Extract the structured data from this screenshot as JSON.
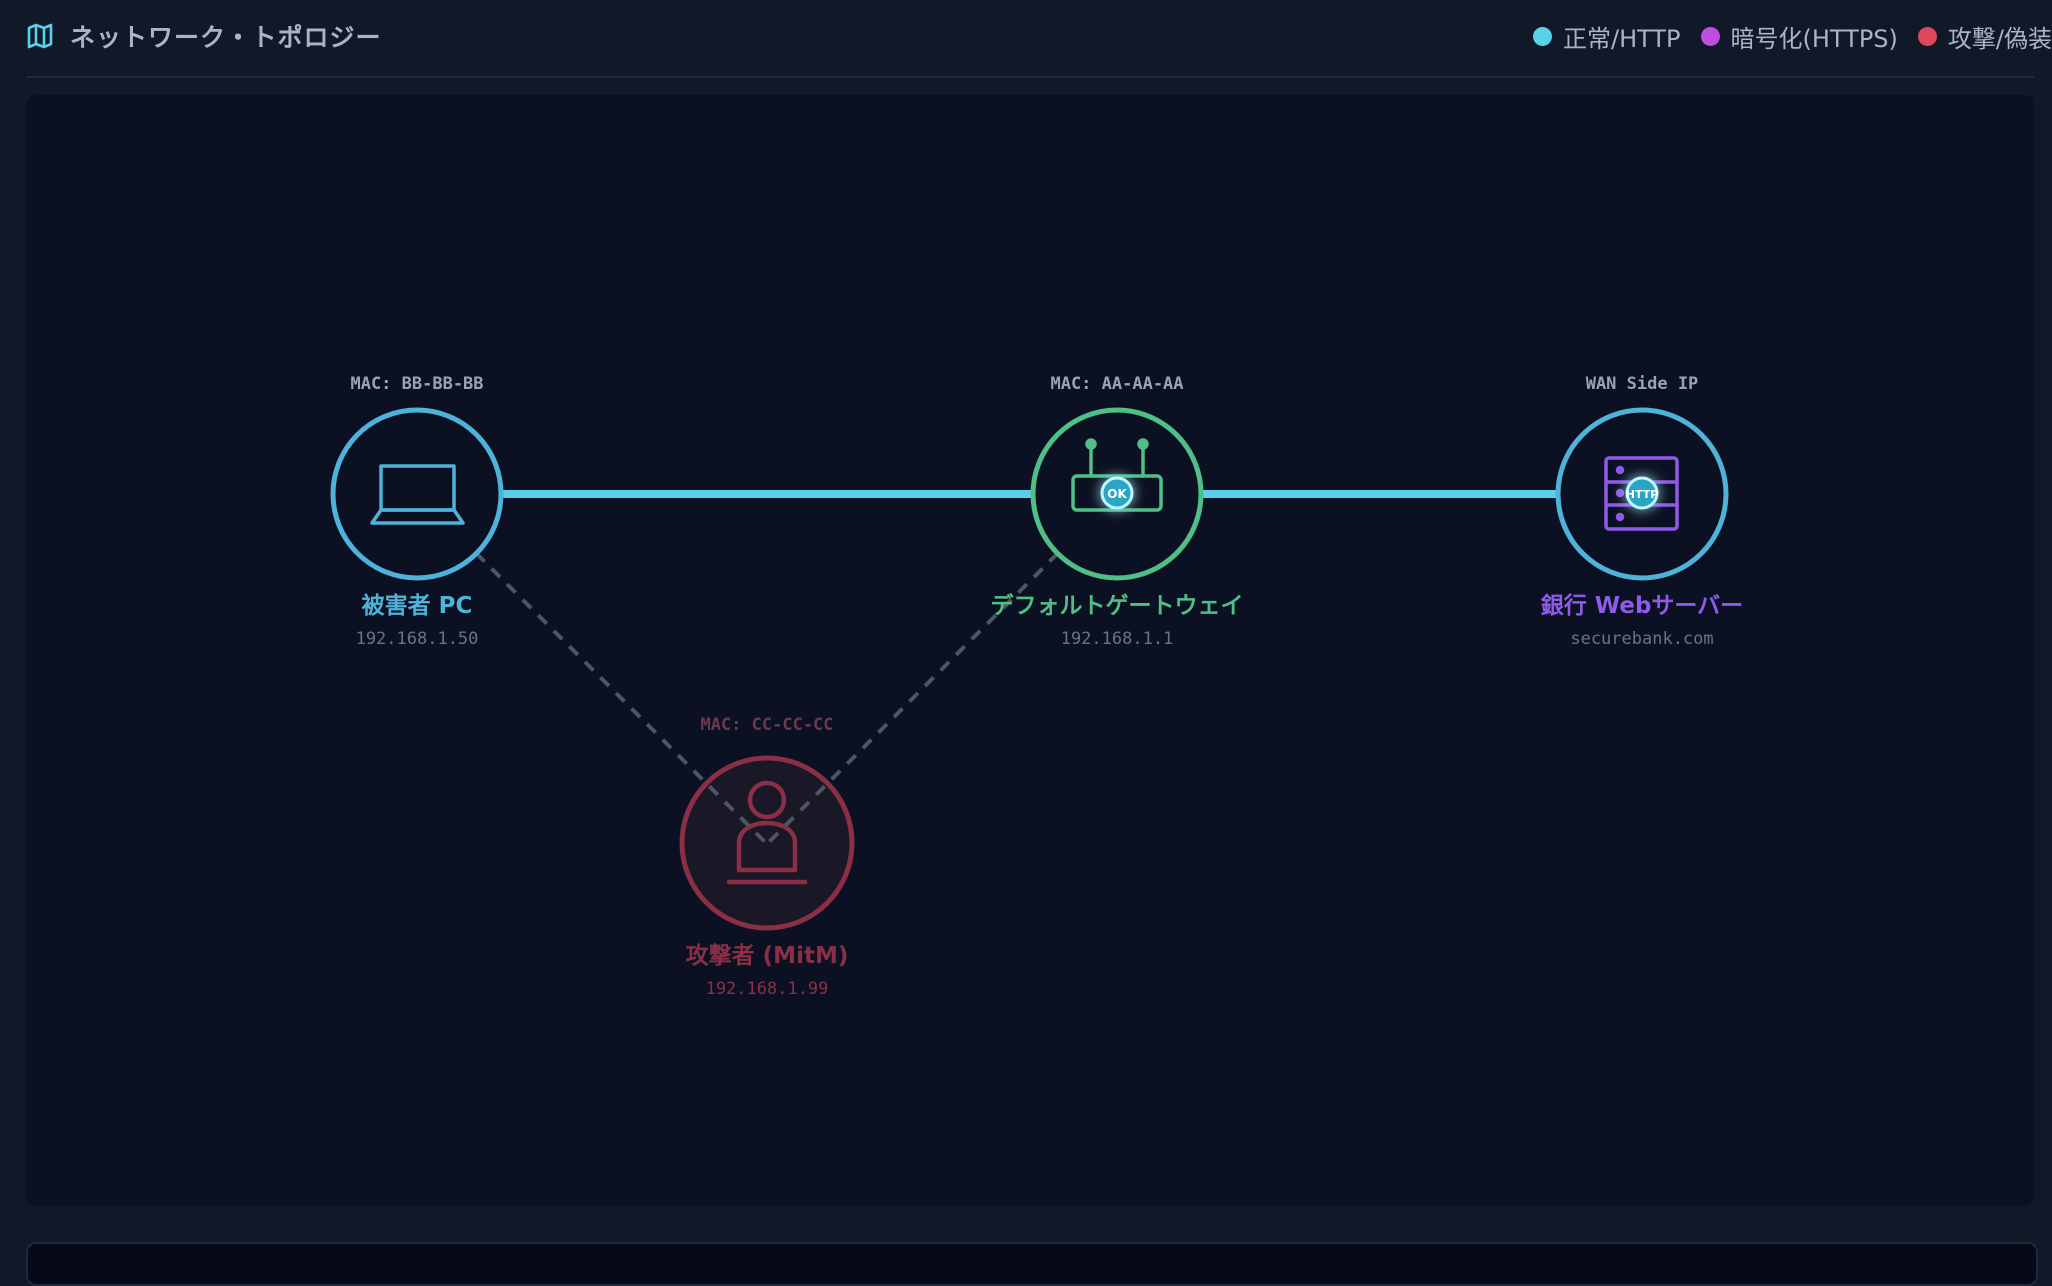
{
  "header": {
    "title": "ネットワーク・トポロジー",
    "title_icon": "map-icon"
  },
  "legend": [
    {
      "label": "正常/HTTP",
      "color": "#5ad1ea"
    },
    {
      "label": "暗号化(HTTPS)",
      "color": "#c04ee0"
    },
    {
      "label": "攻撃/偽装",
      "color": "#e0465a"
    }
  ],
  "nodes": {
    "victim": {
      "mac": "MAC: BB-BB-BB",
      "name": "被害者 PC",
      "address": "192.168.1.50",
      "icon": "laptop-icon",
      "color": "#4fb3d9"
    },
    "gateway": {
      "mac": "MAC: AA-AA-AA",
      "name": "デフォルトゲートウェイ",
      "address": "192.168.1.1",
      "icon": "router-icon",
      "color": "#4fbf86",
      "badge": "OK"
    },
    "server": {
      "mac": "WAN Side IP",
      "name": "銀行 Webサーバー",
      "address": "securebank.com",
      "icon": "server-icon",
      "color": "#8e5ae8",
      "badge": "HTTP"
    },
    "attacker": {
      "mac": "MAC: CC-CC-CC",
      "name": "攻撃者 (MitM)",
      "address": "192.168.1.99",
      "icon": "attacker-icon",
      "color": "#8a2f45"
    }
  },
  "links": {
    "normal_color": "#5ad1ea",
    "idle_color": "#4b5563"
  }
}
